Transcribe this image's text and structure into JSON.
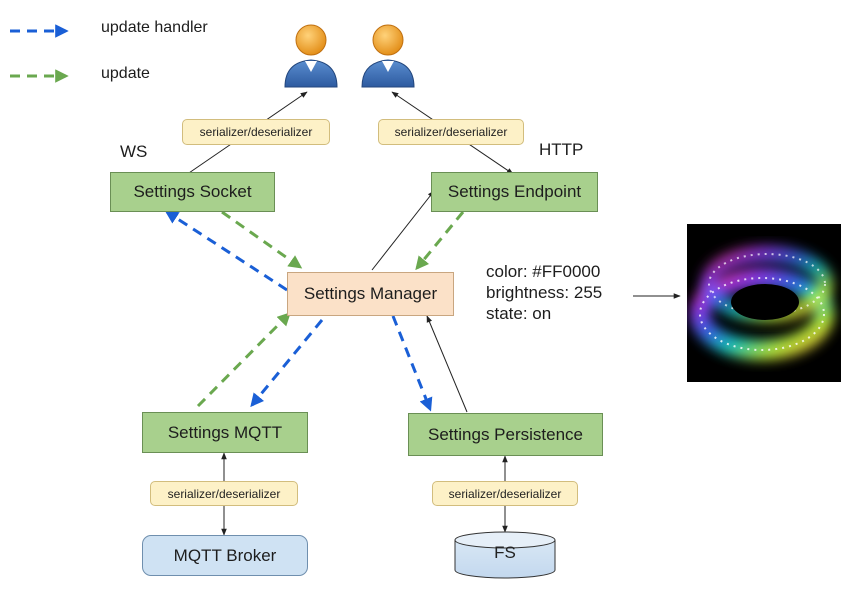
{
  "legend": {
    "update_handler_label": "update handler",
    "update_label": "update",
    "update_handler_color": "#1a5fd6",
    "update_color": "#6aa84f"
  },
  "protocols": {
    "ws": "WS",
    "http": "HTTP"
  },
  "nodes": {
    "settings_socket": "Settings Socket",
    "settings_endpoint": "Settings Endpoint",
    "settings_manager": "Settings Manager",
    "settings_mqtt": "Settings MQTT",
    "settings_persistence": "Settings Persistence",
    "mqtt_broker": "MQTT Broker",
    "fs": "FS"
  },
  "serializers": {
    "ws": "serializer/deserializer",
    "http": "serializer/deserializer",
    "mqtt": "serializer/deserializer",
    "persistence": "serializer/deserializer"
  },
  "state": {
    "color": "color: #FF0000",
    "brightness": "brightness: 255",
    "state": "state: on"
  },
  "icons": {
    "user_left": "user-icon",
    "user_right": "user-icon",
    "led_strip": "led-strip-image"
  }
}
